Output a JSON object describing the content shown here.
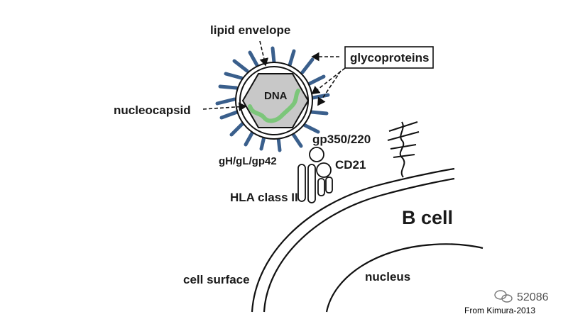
{
  "labels": {
    "lipid_envelope": "lipid envelope",
    "glycoproteins": "glycoproteins",
    "nucleocapsid": "nucleocapsid",
    "dna": "DNA",
    "gp350": "gp350/220",
    "gh_gl_gp42": "gH/gL/gp42",
    "cd21": "CD21",
    "hla": "HLA class II",
    "b_cell": "B cell",
    "nucleus": "nucleus",
    "cell_surface": "cell surface"
  },
  "watermark": "52086",
  "credit": "From Kimura-2013",
  "colors": {
    "spike": "#3a5f8c",
    "dna": "#7cc67a",
    "capsid": "#c8c8c8",
    "line": "#111111"
  }
}
